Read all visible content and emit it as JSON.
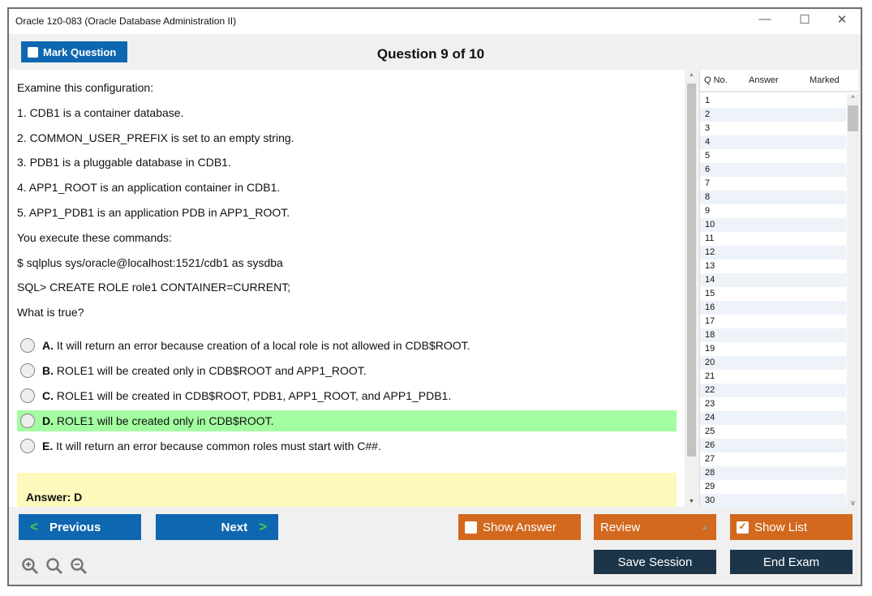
{
  "window": {
    "title": "Oracle 1z0-083 (Oracle Database Administration II)",
    "controls": {
      "minimize": "—",
      "maximize": "☐",
      "close": "✕"
    }
  },
  "toolbar": {
    "mark_question": "Mark Question",
    "question_counter": "Question 9 of 10"
  },
  "question": {
    "lines": [
      "Examine this configuration:",
      "1. CDB1 is a container database.",
      "2. COMMON_USER_PREFIX is set to an empty string.",
      "3. PDB1 is a pluggable database in CDB1.",
      "4. APP1_ROOT is an application container in CDB1.",
      "5. APP1_PDB1 is an application PDB in APP1_ROOT.",
      "You execute these commands:",
      "$ sqlplus sys/oracle@localhost:1521/cdb1 as sysdba",
      "SQL> CREATE ROLE role1 CONTAINER=CURRENT;",
      "What is true?"
    ],
    "options": [
      {
        "letter": "A.",
        "text": "It will return an error because creation of a local role is not allowed in CDB$ROOT.",
        "highlighted": false
      },
      {
        "letter": "B.",
        "text": "ROLE1 will be created only in CDB$ROOT and APP1_ROOT.",
        "highlighted": false
      },
      {
        "letter": "C.",
        "text": "ROLE1 will be created in CDB$ROOT, PDB1, APP1_ROOT, and APP1_PDB1.",
        "highlighted": false
      },
      {
        "letter": "D.",
        "text": "ROLE1 will be created only in CDB$ROOT.",
        "highlighted": true
      },
      {
        "letter": "E.",
        "text": "It will return an error because common roles must start with C##.",
        "highlighted": false
      }
    ],
    "answer": "Answer: D"
  },
  "question_list": {
    "headers": [
      "Q No.",
      "Answer",
      "Marked"
    ],
    "rows": [
      "1",
      "2",
      "3",
      "4",
      "5",
      "6",
      "7",
      "8",
      "9",
      "10",
      "11",
      "12",
      "13",
      "14",
      "15",
      "16",
      "17",
      "18",
      "19",
      "20",
      "21",
      "22",
      "23",
      "24",
      "25",
      "26",
      "27",
      "28",
      "29",
      "30"
    ]
  },
  "footer": {
    "previous": "Previous",
    "next": "Next",
    "show_answer": "Show Answer",
    "show_answer_checked": false,
    "review": "Review",
    "show_list": "Show List",
    "show_list_checked": true,
    "save_session": "Save Session",
    "end_exam": "End Exam"
  },
  "colors": {
    "primary_blue": "#0f67b1",
    "orange": "#d2691e",
    "navy": "#1d3549",
    "correct_highlight": "#a3fda1",
    "answer_box": "#fdf8bb"
  }
}
